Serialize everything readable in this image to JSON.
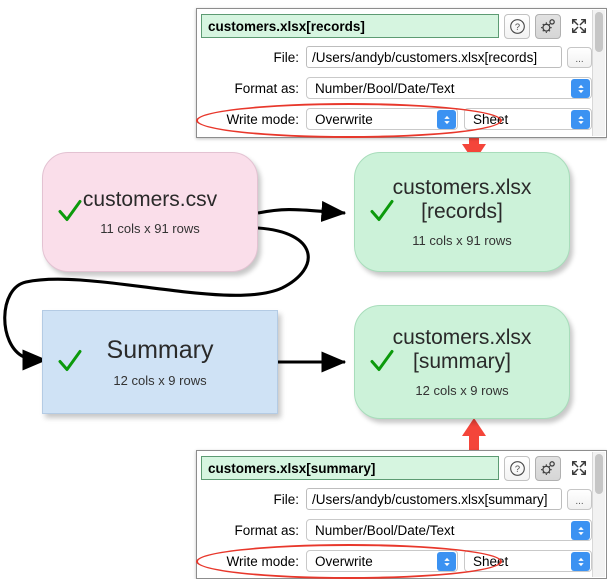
{
  "graph": {
    "nodes": [
      {
        "id": "csv",
        "name": "customers.csv",
        "sub": "11 cols x 91 rows",
        "status_icon": "green-check-icon",
        "color": "#fadeea",
        "shape": "rounded-rect"
      },
      {
        "id": "records",
        "name": "customers.xlsx\n[records]",
        "sub": "11 cols x 91 rows",
        "status_icon": "green-check-icon",
        "color": "#ccf2d9",
        "shape": "rounded-rect"
      },
      {
        "id": "summary",
        "name": "Summary",
        "sub": "12 cols x 9 rows",
        "status_icon": "green-check-icon",
        "color": "#cfe2f5",
        "shape": "rect"
      },
      {
        "id": "xsummary",
        "name": "customers.xlsx\n[summary]",
        "sub": "12 cols x 9 rows",
        "status_icon": "green-check-icon",
        "color": "#ccf2d9",
        "shape": "rounded-rect"
      }
    ],
    "edges": [
      {
        "from": "csv",
        "to": "records",
        "style": "straight-black-arrow"
      },
      {
        "from": "csv",
        "to": "summary",
        "style": "curved-black-arrow"
      },
      {
        "from": "summary",
        "to": "xsummary",
        "style": "straight-black-arrow"
      }
    ],
    "callouts": [
      {
        "id": "callout-records",
        "target": "records",
        "direction": "down",
        "color": "#f4453a"
      },
      {
        "id": "callout-xsummary",
        "target": "xsummary",
        "direction": "up",
        "color": "#f4453a"
      }
    ]
  },
  "panels": [
    {
      "id": "panel-top",
      "title": "customers.xlsx[records]",
      "help_label": "?",
      "rows": {
        "file": {
          "label": "File:",
          "value": "/Users/andyb/customers.xlsx[records]",
          "browse_label": "..."
        },
        "format": {
          "label": "Format as:",
          "value": "Number/Bool/Date/Text"
        },
        "write": {
          "label": "Write mode:",
          "mode_value": "Overwrite",
          "sheet_value": "Sheet"
        }
      }
    },
    {
      "id": "panel-bottom",
      "title": "customers.xlsx[summary]",
      "help_label": "?",
      "rows": {
        "file": {
          "label": "File:",
          "value": "/Users/andyb/customers.xlsx[summary]",
          "browse_label": "..."
        },
        "format": {
          "label": "Format as:",
          "value": "Number/Bool/Date/Text"
        },
        "write": {
          "label": "Write mode:",
          "mode_value": "Overwrite",
          "sheet_value": "Sheet"
        }
      }
    }
  ],
  "colors": {
    "annotation_red": "#e8372b",
    "callout_red": "#f4453a",
    "check_green": "#0c9a0c",
    "stepper_blue": "#3b92f2"
  }
}
